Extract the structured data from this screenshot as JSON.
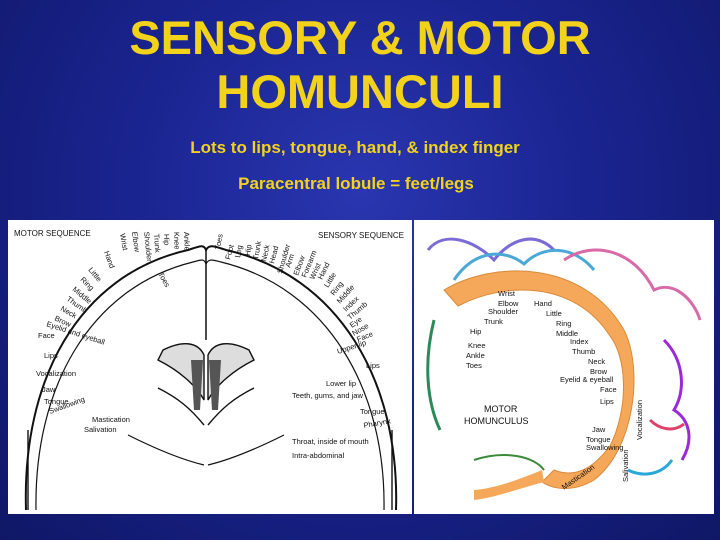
{
  "title": {
    "line1": "SENSORY & MOTOR",
    "line2": "HOMUNCULI"
  },
  "subtitle": {
    "line1": "Lots to lips, tongue, hand, & index finger",
    "line2": "Paracentral lobule = feet/legs"
  },
  "left_figure": {
    "motor_label": "MOTOR SEQUENCE",
    "sensory_label": "SENSORY SEQUENCE",
    "motor_parts": [
      "Hand",
      "Little",
      "Ring",
      "Middle",
      "Thumb",
      "Neck",
      "Brow",
      "Eyelid and eyeball",
      "Face",
      "Lips",
      "Vocalization",
      "Jaw",
      "Tongue",
      "Swallowing",
      "Mastication",
      "Salivation",
      "Wrist",
      "Elbow",
      "Shoulder",
      "Trunk",
      "Hip",
      "Knee",
      "Ankle",
      "Toes"
    ],
    "sensory_parts": [
      "Toes",
      "Foot",
      "Leg",
      "Hip",
      "Trunk",
      "Neck",
      "Head",
      "Shoulder",
      "Arm",
      "Elbow",
      "Forearm",
      "Wrist",
      "Hand",
      "Little",
      "Ring",
      "Middle",
      "Index",
      "Thumb",
      "Eye",
      "Nose",
      "Face",
      "Upper lip",
      "Lips",
      "Lower lip",
      "Teeth, gums, and jaw",
      "Tongue",
      "Pharynx",
      "Throat, inside of mouth",
      "Intra-abdominal"
    ]
  },
  "right_figure": {
    "caption_line1": "MOTOR",
    "caption_line2": "HOMUNCULUS",
    "labels": [
      "Wrist",
      "Elbow",
      "Hand",
      "Shoulder",
      "Trunk",
      "Little",
      "Ring",
      "Middle",
      "Index",
      "Thumb",
      "Neck",
      "Brow",
      "Eyelid & eyeball",
      "Hip",
      "Knee",
      "Ankle",
      "Toes",
      "Face",
      "Lips",
      "Jaw",
      "Tongue",
      "Swallowing",
      "Mastication",
      "Salivation",
      "Vocalization"
    ]
  },
  "colors": {
    "background": "#1a2490",
    "title": "#f2d21a",
    "strip": "#f5a85a"
  }
}
